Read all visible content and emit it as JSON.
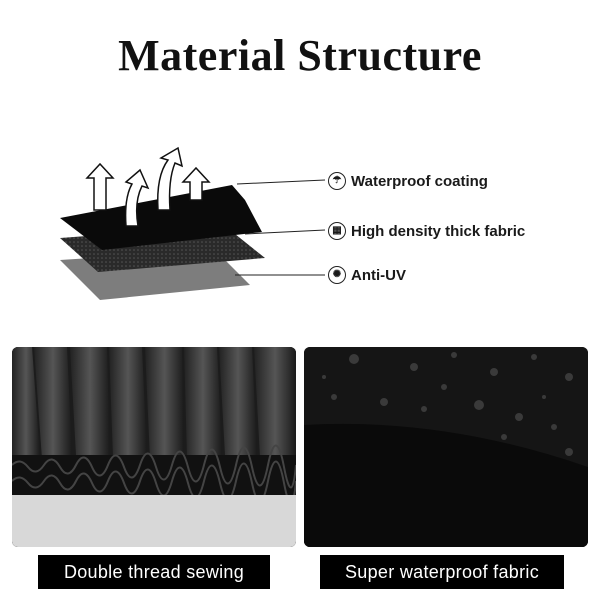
{
  "header": {
    "title": "Material Structure"
  },
  "layers": [
    {
      "label": "Waterproof coating",
      "icon": "rain-drops-icon"
    },
    {
      "label": "High density thick fabric",
      "icon": "mesh-icon"
    },
    {
      "label": "Anti-UV",
      "icon": "sun-icon"
    }
  ],
  "panels": [
    {
      "caption": "Double thread sewing",
      "image": "elastic-hem-photo"
    },
    {
      "caption": "Super waterproof fabric",
      "image": "water-droplets-photo"
    }
  ],
  "colors": {
    "background": "#ffffff",
    "caption_bg": "#000000",
    "caption_text": "#ffffff"
  }
}
